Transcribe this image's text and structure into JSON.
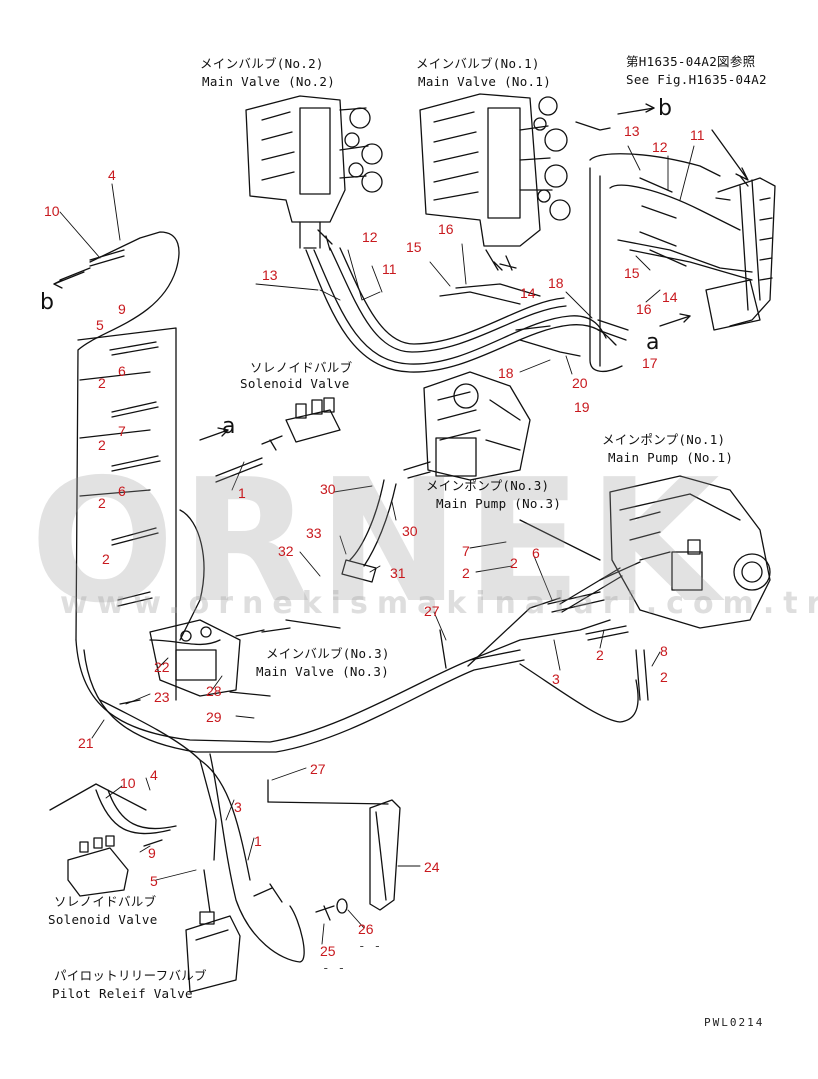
{
  "labels": {
    "main_valve_2_jp": "メインバルブ(No.2)",
    "main_valve_2_en": "Main Valve (No.2)",
    "main_valve_1_jp": "メインバルブ(No.1)",
    "main_valve_1_en": "Main Valve (No.1)",
    "see_fig_jp": "第H1635-04A2図参照",
    "see_fig_en": "See Fig.H1635-04A2",
    "solenoid_valve_top_jp": "ソレノイドバルブ",
    "solenoid_valve_top_en": "Solenoid Valve",
    "main_pump_1_jp": "メインポンプ(No.1)",
    "main_pump_1_en": "Main Pump (No.1)",
    "main_pump_3_jp": "メインポンプ(No.3)",
    "main_pump_3_en": "Main Pump (No.3)",
    "main_valve_3_jp": "メインバルブ(No.3)",
    "main_valve_3_en": "Main Valve (No.3)",
    "solenoid_valve_bottom_jp": "ソレノイドバルブ",
    "solenoid_valve_bottom_en": "Solenoid Valve",
    "pilot_relief_jp": "パイロットリリーフバルブ",
    "pilot_relief_en": "Pilot Releif Valve",
    "drawing_code": "PWL0214",
    "ref_a1": "a",
    "ref_a2": "a",
    "ref_b1": "b",
    "ref_b2": "b",
    "dash1": "- -",
    "dash2": "- -"
  },
  "watermark": {
    "logo": "ÖRNEK",
    "url": "www.ornekismakinalari.com.tr"
  },
  "callouts": [
    {
      "n": "4"
    },
    {
      "n": "10"
    },
    {
      "n": "5"
    },
    {
      "n": "9"
    },
    {
      "n": "6"
    },
    {
      "n": "2"
    },
    {
      "n": "7"
    },
    {
      "n": "2"
    },
    {
      "n": "6"
    },
    {
      "n": "2"
    },
    {
      "n": "2"
    },
    {
      "n": "13"
    },
    {
      "n": "12"
    },
    {
      "n": "11"
    },
    {
      "n": "15"
    },
    {
      "n": "16"
    },
    {
      "n": "14"
    },
    {
      "n": "18"
    },
    {
      "n": "13"
    },
    {
      "n": "12"
    },
    {
      "n": "11"
    },
    {
      "n": "15"
    },
    {
      "n": "16"
    },
    {
      "n": "14"
    },
    {
      "n": "17"
    },
    {
      "n": "18"
    },
    {
      "n": "20"
    },
    {
      "n": "19"
    },
    {
      "n": "1"
    },
    {
      "n": "30"
    },
    {
      "n": "30"
    },
    {
      "n": "33"
    },
    {
      "n": "32"
    },
    {
      "n": "31"
    },
    {
      "n": "7"
    },
    {
      "n": "2"
    },
    {
      "n": "2"
    },
    {
      "n": "6"
    },
    {
      "n": "27"
    },
    {
      "n": "3"
    },
    {
      "n": "2"
    },
    {
      "n": "8"
    },
    {
      "n": "2"
    },
    {
      "n": "22"
    },
    {
      "n": "23"
    },
    {
      "n": "28"
    },
    {
      "n": "29"
    },
    {
      "n": "21"
    },
    {
      "n": "27"
    },
    {
      "n": "10"
    },
    {
      "n": "4"
    },
    {
      "n": "3"
    },
    {
      "n": "1"
    },
    {
      "n": "9"
    },
    {
      "n": "5"
    },
    {
      "n": "24"
    },
    {
      "n": "26"
    },
    {
      "n": "25"
    }
  ]
}
